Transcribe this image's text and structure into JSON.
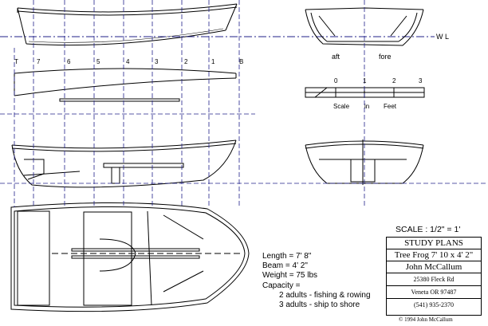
{
  "sections": {
    "aft": "aft",
    "fore": "fore",
    "waterline": "W L"
  },
  "stations": [
    "T",
    "7",
    "6",
    "5",
    "4",
    "3",
    "2",
    "1",
    "B"
  ],
  "scale_bar": {
    "ticks": [
      "0",
      "1",
      "2",
      "3"
    ],
    "label_scale": "Scale",
    "label_in": "in",
    "label_feet": "Feet"
  },
  "scale_label": "SCALE :  1/2\" = 1'",
  "specs": {
    "length": "Length = 7' 8\"",
    "beam": "Beam = 4' 2\"",
    "weight": "Weight = 75 lbs",
    "capacity": "Capacity =",
    "capacity_1": "2 adults - fishing & rowing",
    "capacity_2": "3 adults - ship to shore"
  },
  "title_block": {
    "title": "STUDY PLANS",
    "model": "Tree Frog  7' 10 x 4' 2\"",
    "designer": "John McCallum",
    "address": "25380 Fleck Rd",
    "city": "Veneta  OR 97487",
    "phone": "(541) 935-2370"
  },
  "copyright": "© 1994 John McCallum"
}
